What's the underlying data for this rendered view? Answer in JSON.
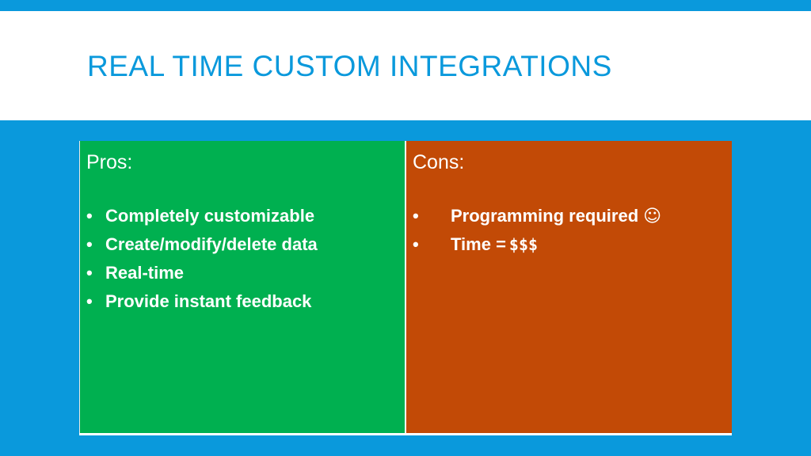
{
  "slide": {
    "title": "REAL TIME CUSTOM INTEGRATIONS"
  },
  "pros": {
    "heading": "Pros:",
    "items": [
      "Completely customizable",
      "Create/modify/delete data",
      "Real-time",
      "Provide instant feedback"
    ]
  },
  "cons": {
    "heading": "Cons:",
    "item_programming": "Programming required",
    "item_time_label": "Time =",
    "item_time_value": "$$$"
  },
  "glyphs": {
    "bullet": "•",
    "smiley": "☺"
  },
  "colors": {
    "background": "#0a99dc",
    "title": "#0a99dc",
    "pros_fill": "#00b050",
    "cons_fill": "#c24a06"
  }
}
